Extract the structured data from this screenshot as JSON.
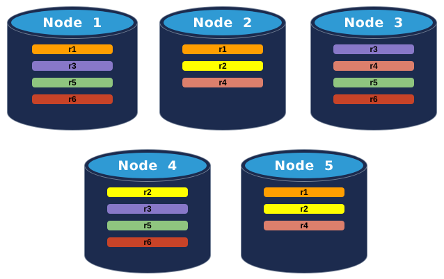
{
  "diagram": {
    "description": "Database nodes with replica placement",
    "colors": {
      "background": "#FFFFFF",
      "cylinder_body": "#1C2B4E",
      "cylinder_top": "#2F9AD4",
      "label_text": "#FFFFFF",
      "bar_text": "#000000",
      "replicas": {
        "r1": "#FF9E00",
        "r2": "#FFFF00",
        "r3": "#8878C8",
        "r4": "#DC7F6C",
        "r5": "#8FC57F",
        "r6": "#C74328"
      }
    },
    "nodes": [
      {
        "label": "Node  1",
        "replicas": [
          "r1",
          "r3",
          "r5",
          "r6"
        ]
      },
      {
        "label": "Node  2",
        "replicas": [
          "r1",
          "r2",
          "r4"
        ]
      },
      {
        "label": "Node  3",
        "replicas": [
          "r3",
          "r4",
          "r5",
          "r6"
        ]
      },
      {
        "label": "Node  4",
        "replicas": [
          "r2",
          "r3",
          "r5",
          "r6"
        ]
      },
      {
        "label": "Node  5",
        "replicas": [
          "r1",
          "r2",
          "r4"
        ]
      }
    ]
  }
}
